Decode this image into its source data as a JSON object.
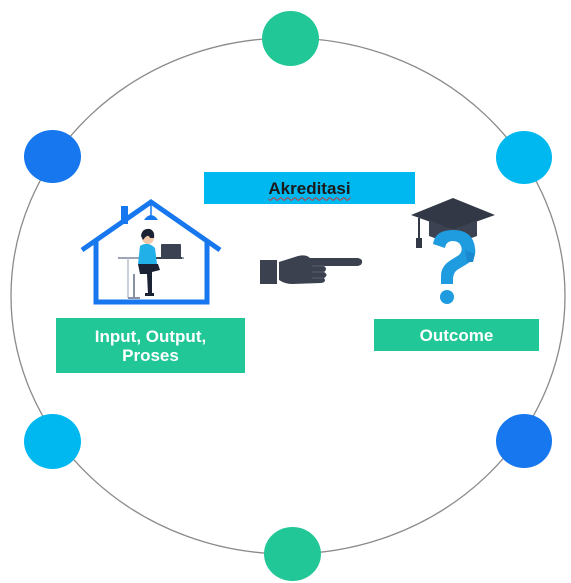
{
  "colors": {
    "ring": "#8a8a8a",
    "green": "#22c797",
    "cyan": "#00b8f0",
    "blue": "#1677ee",
    "banner": "#00b8f0",
    "teal_box": "#22c797",
    "house": "#1677ee",
    "person_hair": "#1b2233",
    "person_shirt": "#22b0e8",
    "hand": "#3c4150",
    "cap": "#323845",
    "question": "#1f9be0"
  },
  "labels": {
    "akreditasi": "Akreditasi",
    "input_output_proses": "Input, Output,\nProses",
    "outcome": "Outcome"
  },
  "icons": {
    "house": "house-with-person-at-laptop-icon",
    "hand": "pointing-hand-icon",
    "graduate": "graduation-cap-question-mark-icon"
  }
}
